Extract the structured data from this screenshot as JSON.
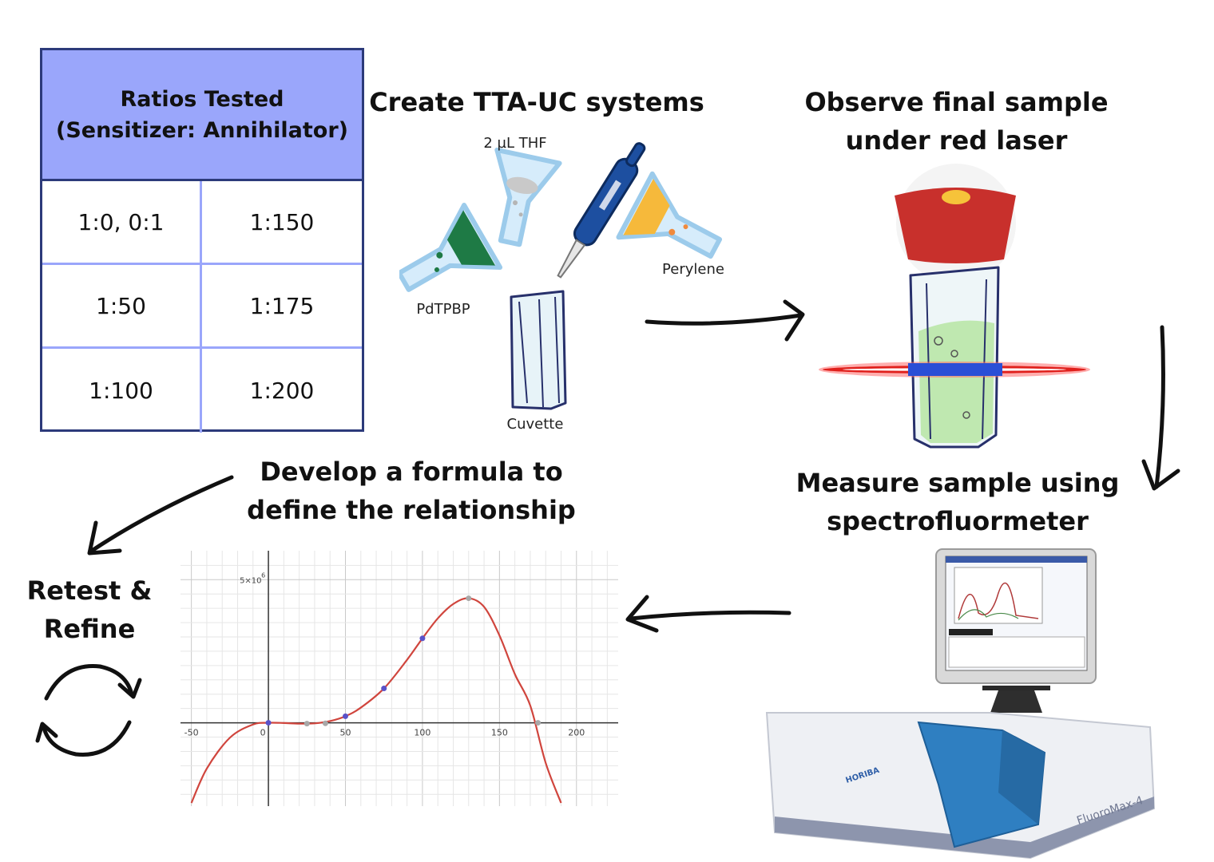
{
  "table": {
    "header_line1": "Ratios Tested",
    "header_line2": "(Sensitizer: Annihilator)",
    "rows": [
      [
        "1:0, 0:1",
        "1:150"
      ],
      [
        "1:50",
        "1:175"
      ],
      [
        "1:100",
        "1:200"
      ]
    ]
  },
  "steps": {
    "create": {
      "title": "Create TTA-UC systems"
    },
    "observe": {
      "title_line1": "Observe final sample",
      "title_line2": "under red laser"
    },
    "measure": {
      "title_line1": "Measure sample using",
      "title_line2": "spectrofluormeter"
    },
    "develop": {
      "title_line1": "Develop a formula to",
      "title_line2": "define the relationship"
    },
    "retest": {
      "title_line1": "Retest &",
      "title_line2": "Refine"
    }
  },
  "labels": {
    "thf": "2 µL THF",
    "perylene": "Perylene",
    "pdtpbp": "PdTPBP",
    "cuvette": "Cuvette",
    "instrument_brand": "HORIBA",
    "instrument_model": "FluoroMax-4"
  },
  "colors": {
    "table_header": "#9aa6fb",
    "table_border": "#2c3a7a",
    "curve": "#d0453d",
    "laser_red": "#e0201c",
    "laser_blue": "#2a4fd6",
    "sample_green": "#bfe8b0",
    "cap_red": "#c8302c",
    "instrument_lid": "#2f7fc1"
  },
  "chart_data": {
    "type": "line",
    "title": "",
    "xlabel": "",
    "ylabel": "",
    "x_ticks": [
      "-50",
      "0",
      "50",
      "100",
      "150",
      "200"
    ],
    "y_tick_label": "5×10",
    "y_tick_exp": "6",
    "xlim": [
      -55,
      225
    ],
    "ylim": [
      -2800000,
      5900000
    ],
    "series": [
      {
        "points_x": [
          -50,
          -40,
          -25,
          -10,
          0,
          10,
          20,
          30,
          40,
          50,
          60,
          75,
          90,
          100,
          110,
          120,
          130,
          140,
          150,
          160,
          170,
          180,
          190
        ],
        "points_y": [
          -2800000,
          -1600000,
          -520000,
          -60000,
          0,
          -8000,
          -30000,
          -20000,
          60000,
          230000,
          530000,
          1200000,
          2200000,
          2950000,
          3650000,
          4150000,
          4350000,
          4050000,
          3050000,
          1700000,
          600000,
          -1400000,
          -2800000
        ]
      }
    ],
    "markers_blue": [
      [
        0,
        0
      ],
      [
        50,
        230000
      ],
      [
        75,
        1200000
      ],
      [
        100,
        2950000
      ]
    ],
    "markers_gray": [
      [
        25,
        -30000
      ],
      [
        37,
        -20000
      ],
      [
        130,
        4350000
      ],
      [
        175,
        0
      ]
    ]
  }
}
